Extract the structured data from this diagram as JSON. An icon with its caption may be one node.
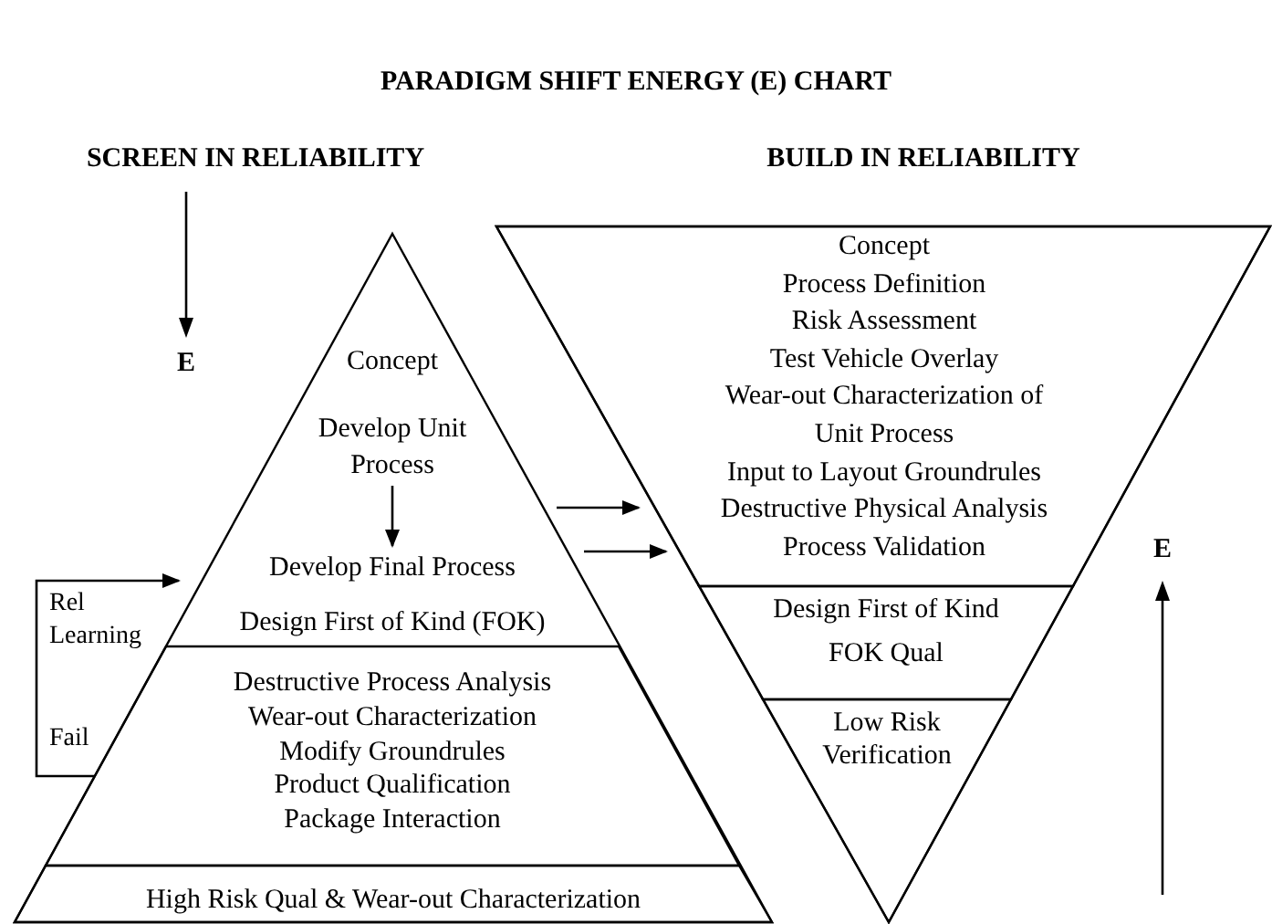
{
  "diagram": {
    "title": "PARADIGM SHIFT ENERGY (E) CHART",
    "nodes": [
      {
        "text": [],
        "shape": "triangle"
      },
      {
        "text": [
          "Concept"
        ],
        "in": 0
      },
      {
        "text": [
          "Develop Unit Process"
        ],
        "in": 0
      },
      {
        "text": [
          "Develop Final Process"
        ],
        "in": 0
      },
      {
        "text": [
          "Design First of Kind (FOK)"
        ],
        "in": 0
      },
      {
        "text": [
          "Destructive Process Analysis",
          "Wear-out Characterization",
          "Modify Groundrules",
          "Product Qualification",
          "Package Interaction"
        ],
        "in": 0
      },
      {
        "text": [
          "High Risk Qual & Wear-out Characterization"
        ],
        "in": 0
      },
      {
        "text": [],
        "shape": "triangle"
      },
      {
        "text": [
          "Concept",
          "Process Definition",
          "Risk Assessment",
          "Test Vehicle Overlay",
          "Wear-out Characterization of Unit Process",
          "Input to Layout Groundrules",
          "Destructive Physical Analysis",
          "Process Validation"
        ],
        "in": 7
      },
      {
        "text": [
          "Design First of Kind",
          "FOK Qual"
        ],
        "in": 7
      },
      {
        "text": [
          "Low Risk Verification"
        ],
        "in": 7
      }
    ],
    "edges": [
      {
        "from": 2,
        "to": 3,
        "arrow": "to"
      },
      {
        "from": 0,
        "to": 7,
        "arrow": "to"
      },
      {
        "from": 0,
        "to": 7,
        "arrow": "to"
      },
      {
        "from": 5,
        "to": 0,
        "arrow": "to"
      }
    ],
    "labels": [
      "SCREEN IN RELIABILITY",
      "BUILD IN RELIABILITY",
      "E",
      "E",
      "Rel Learning",
      "Fail"
    ]
  }
}
